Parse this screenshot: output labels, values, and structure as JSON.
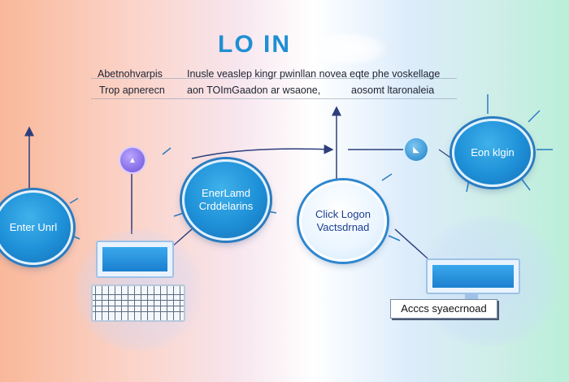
{
  "header": {
    "title": "LO IN",
    "caption_line1": [
      "Abetnohvarpis",
      "Inusle veaslep kingr pwinllan novea eqte phe voskellage"
    ],
    "caption_line2": [
      "Trop apnerecn",
      "aon TOImGaadon ar wsaone,",
      "aosomt ltaronaleia"
    ]
  },
  "nodes": {
    "enter_url": "Enter Unrl",
    "enter_credentials": [
      "EnerLamd",
      "Crddelarins"
    ],
    "click_login": [
      "Click Logon",
      "Vactsdrnad"
    ],
    "eon_login": "Eon klgin"
  },
  "labels": {
    "access": "Acccs syaecrnoad"
  },
  "colors": {
    "accent": "#1f8fd4",
    "bubble_dark": "#1e90d8",
    "line": "#2d3f7a"
  }
}
